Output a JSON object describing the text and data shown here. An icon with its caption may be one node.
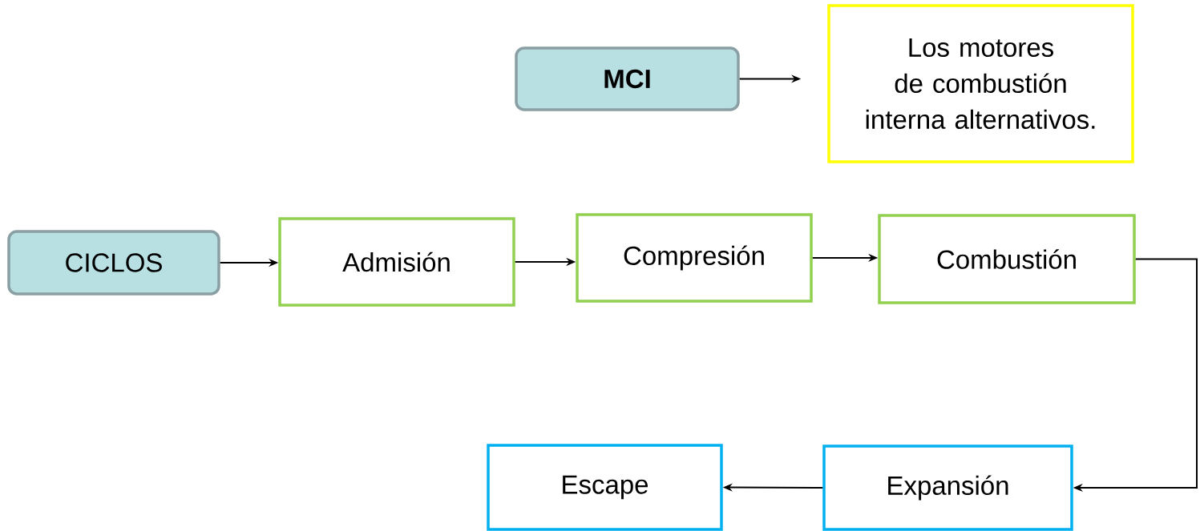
{
  "diagram": {
    "nodes": [
      {
        "text": [
          "MCI"
        ]
      },
      {
        "text": [
          "Los motores de combustión interna alternativos."
        ]
      },
      {
        "text": [
          "CICLOS"
        ]
      },
      {
        "text": [
          "Admisión"
        ]
      },
      {
        "text": [
          "Compresión"
        ]
      },
      {
        "text": [
          "Combustión"
        ]
      },
      {
        "text": [
          "Escape"
        ]
      },
      {
        "text": [
          "Expansión"
        ]
      }
    ],
    "edges": [
      {
        "from": 0,
        "to": 1,
        "arrow": "to"
      },
      {
        "from": 2,
        "to": 3,
        "arrow": "to"
      },
      {
        "from": 3,
        "to": 4,
        "arrow": "to"
      },
      {
        "from": 4,
        "to": 5,
        "arrow": "to"
      },
      {
        "from": 5,
        "to": 7,
        "arrow": "to"
      },
      {
        "from": 7,
        "to": 6,
        "arrow": "to"
      }
    ]
  }
}
